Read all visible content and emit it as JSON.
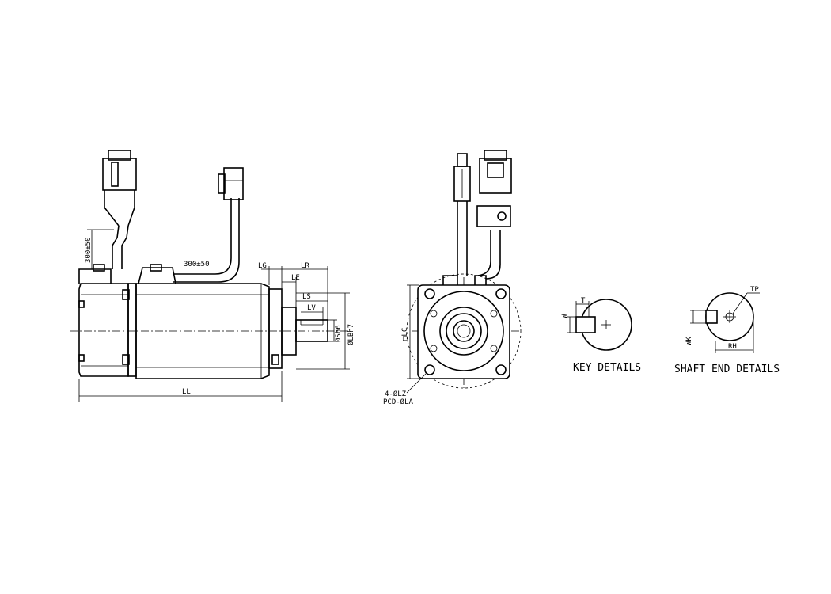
{
  "labels": {
    "cable1": "300±50",
    "cable2": "300±50",
    "lg": "LG",
    "lr": "LR",
    "le": "LE",
    "ls": "LS",
    "lv": "LV",
    "ll": "LL",
    "s": "ØSh6",
    "lb": "ØLBh7",
    "lc": "□LC",
    "lz": "4-ØLZ",
    "pcd": "PCD-ØLA",
    "w": "W",
    "t": "T",
    "tp": "TP",
    "rh": "RH",
    "wk": "WK"
  },
  "captions": {
    "key": "KEY DETAILS",
    "shaft": "SHAFT END DETAILS"
  }
}
